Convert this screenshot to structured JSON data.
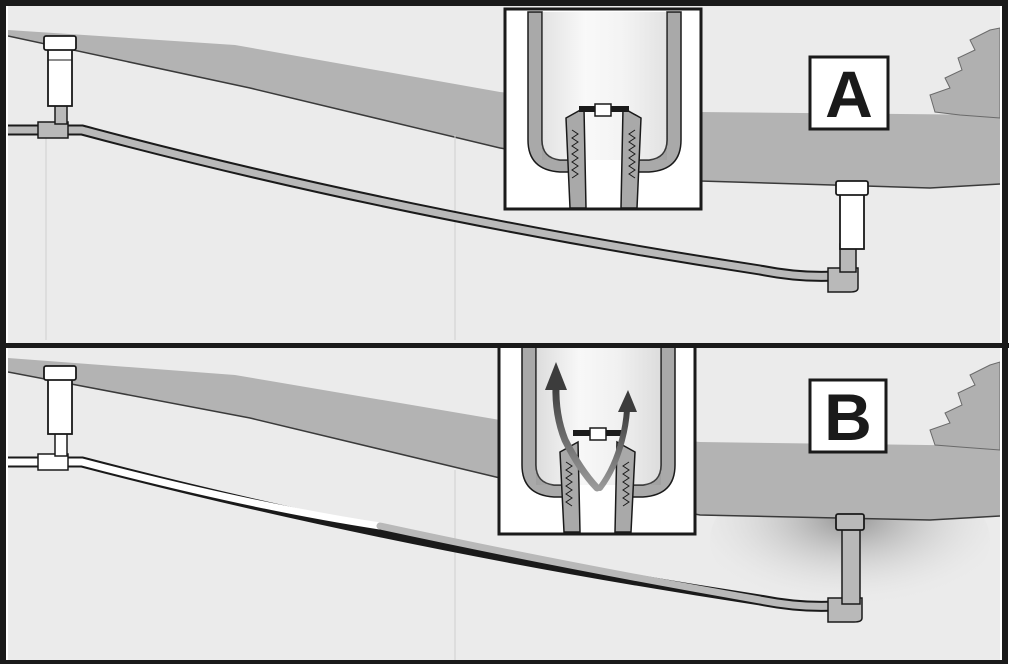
{
  "panels": [
    {
      "id": "A",
      "label": "A"
    },
    {
      "id": "B",
      "label": "B"
    }
  ],
  "colors": {
    "background": "#ebebeb",
    "soil": "#b3b3b3",
    "pipe_fill": "#b9b9b9",
    "pipe_fill_drained": "#ffffff",
    "outline": "#1a1a1a",
    "inset_metal": "#b0b0b0",
    "water_flow": "#6e6e6e"
  },
  "icons": [
    "sprinkler-head-icon",
    "tee-fitting-icon",
    "elbow-fitting-icon",
    "drain-valve-icon",
    "water-flow-arrow-icon",
    "shrub-icon"
  ]
}
